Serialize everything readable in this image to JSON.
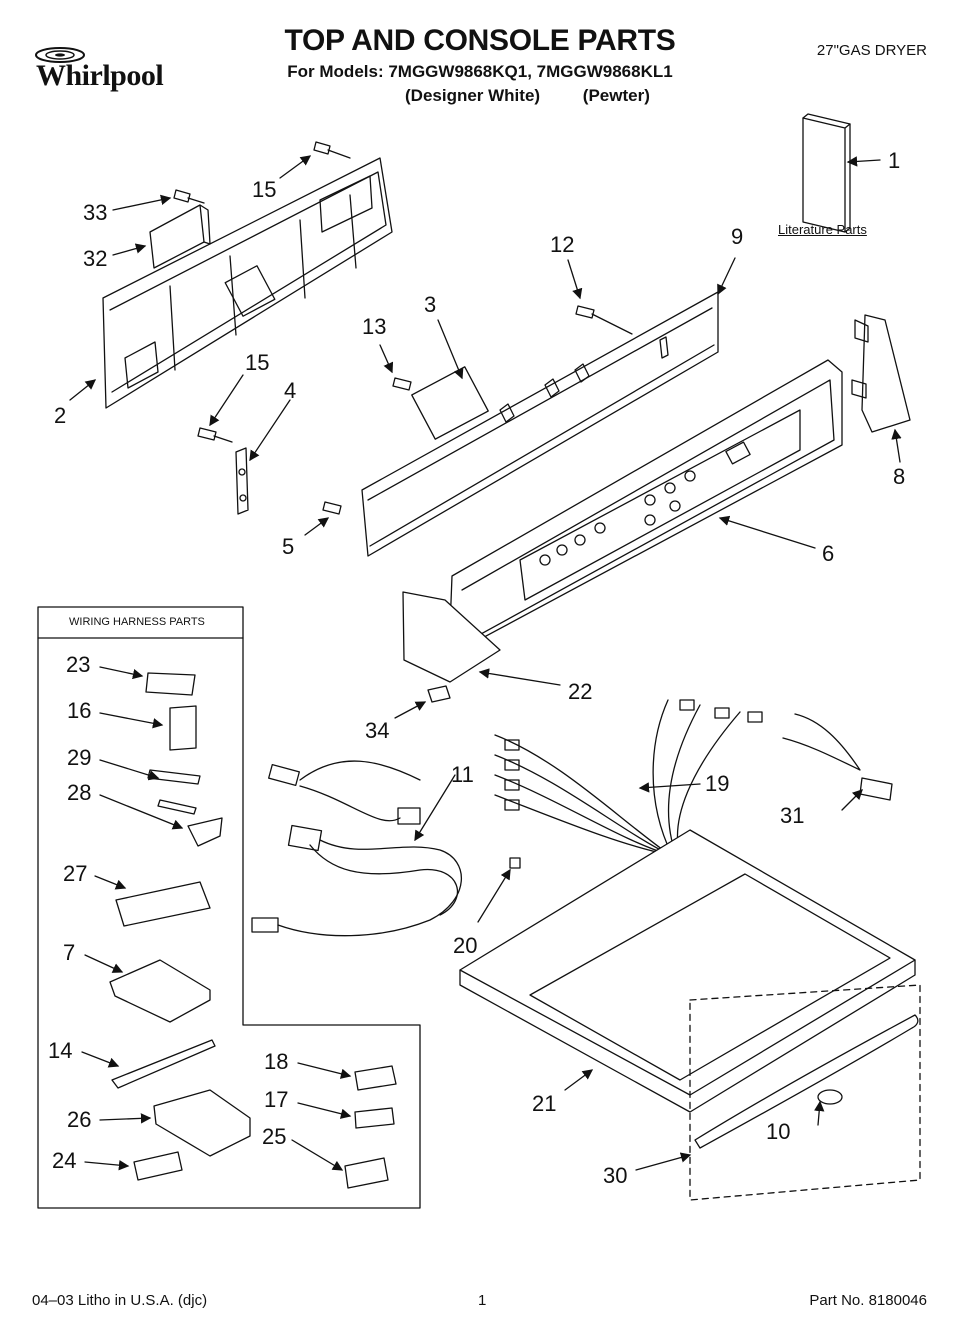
{
  "brand": "Whirlpool",
  "header": {
    "title": "TOP AND CONSOLE PARTS",
    "models_line": "For Models: 7MGGW9868KQ1, 7MGGW9868KL1",
    "variant_1": "(Designer White)",
    "variant_2": "(Pewter)",
    "product_type": "27\"GAS DRYER"
  },
  "literature_label": "Literature Parts",
  "wiring_box_title": "WIRING HARNESS PARTS",
  "callouts": {
    "c1": "1",
    "c2": "2",
    "c3": "3",
    "c4": "4",
    "c5": "5",
    "c6": "6",
    "c7": "7",
    "c8": "8",
    "c9": "9",
    "c10": "10",
    "c11": "11",
    "c12": "12",
    "c13": "13",
    "c14": "14",
    "c15a": "15",
    "c15b": "15",
    "c16": "16",
    "c17": "17",
    "c18": "18",
    "c19": "19",
    "c20": "20",
    "c21": "21",
    "c22": "22",
    "c23": "23",
    "c24": "24",
    "c25": "25",
    "c26": "26",
    "c27": "27",
    "c28": "28",
    "c29": "29",
    "c30": "30",
    "c31": "31",
    "c32": "32",
    "c33": "33",
    "c34": "34"
  },
  "footer": {
    "left": "04–03 Litho in U.S.A. (djc)",
    "page": "1",
    "part_no": "Part No. 8180046"
  }
}
